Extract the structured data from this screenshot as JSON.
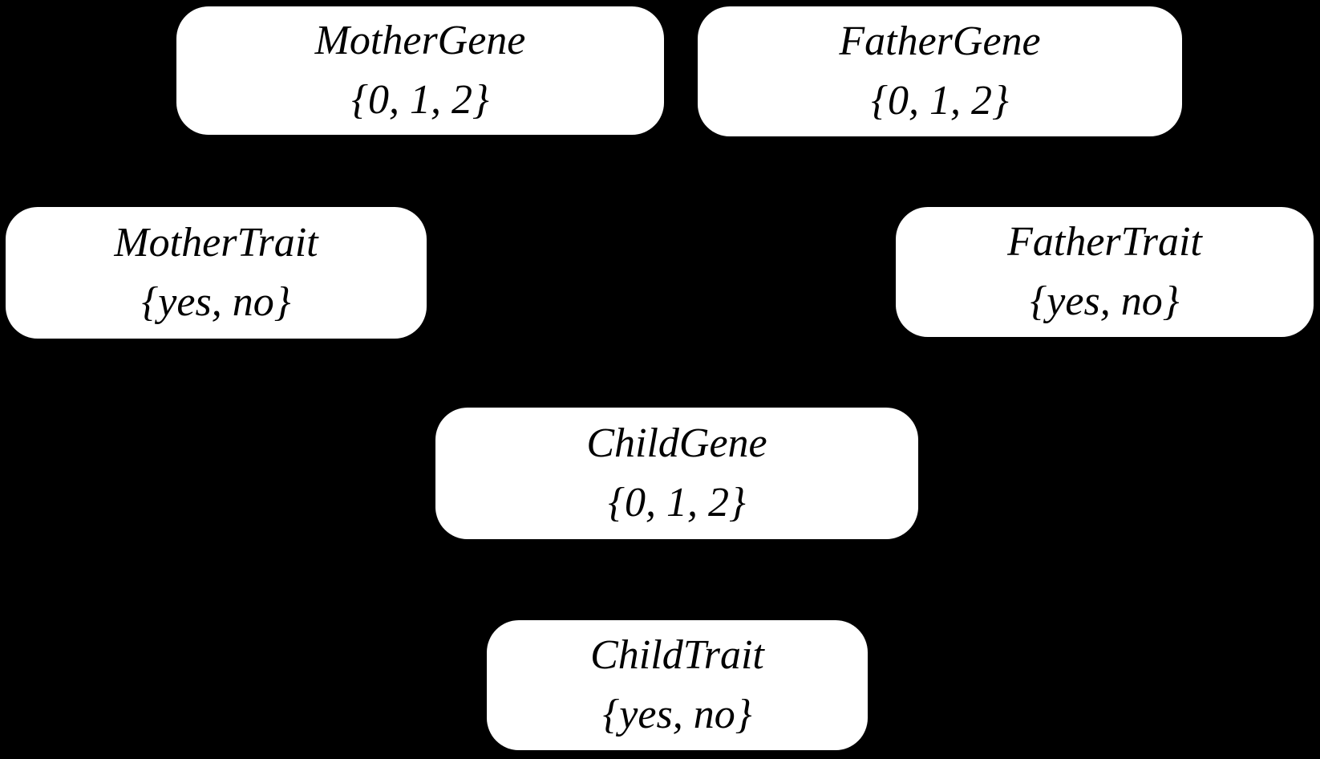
{
  "diagram": {
    "kind": "bayesian-network",
    "background_color": "#000000",
    "node_fill_color": "#ffffff",
    "node_text_color": "#000000",
    "nodes": [
      {
        "id": "mother-gene",
        "name": "MotherGene",
        "values": "{0, 1, 2}"
      },
      {
        "id": "father-gene",
        "name": "FatherGene",
        "values": "{0, 1, 2}"
      },
      {
        "id": "mother-trait",
        "name": "MotherTrait",
        "values": "{yes, no}"
      },
      {
        "id": "father-trait",
        "name": "FatherTrait",
        "values": "{yes, no}"
      },
      {
        "id": "child-gene",
        "name": "ChildGene",
        "values": "{0, 1, 2}"
      },
      {
        "id": "child-trait",
        "name": "ChildTrait",
        "values": "{yes, no}"
      }
    ]
  }
}
